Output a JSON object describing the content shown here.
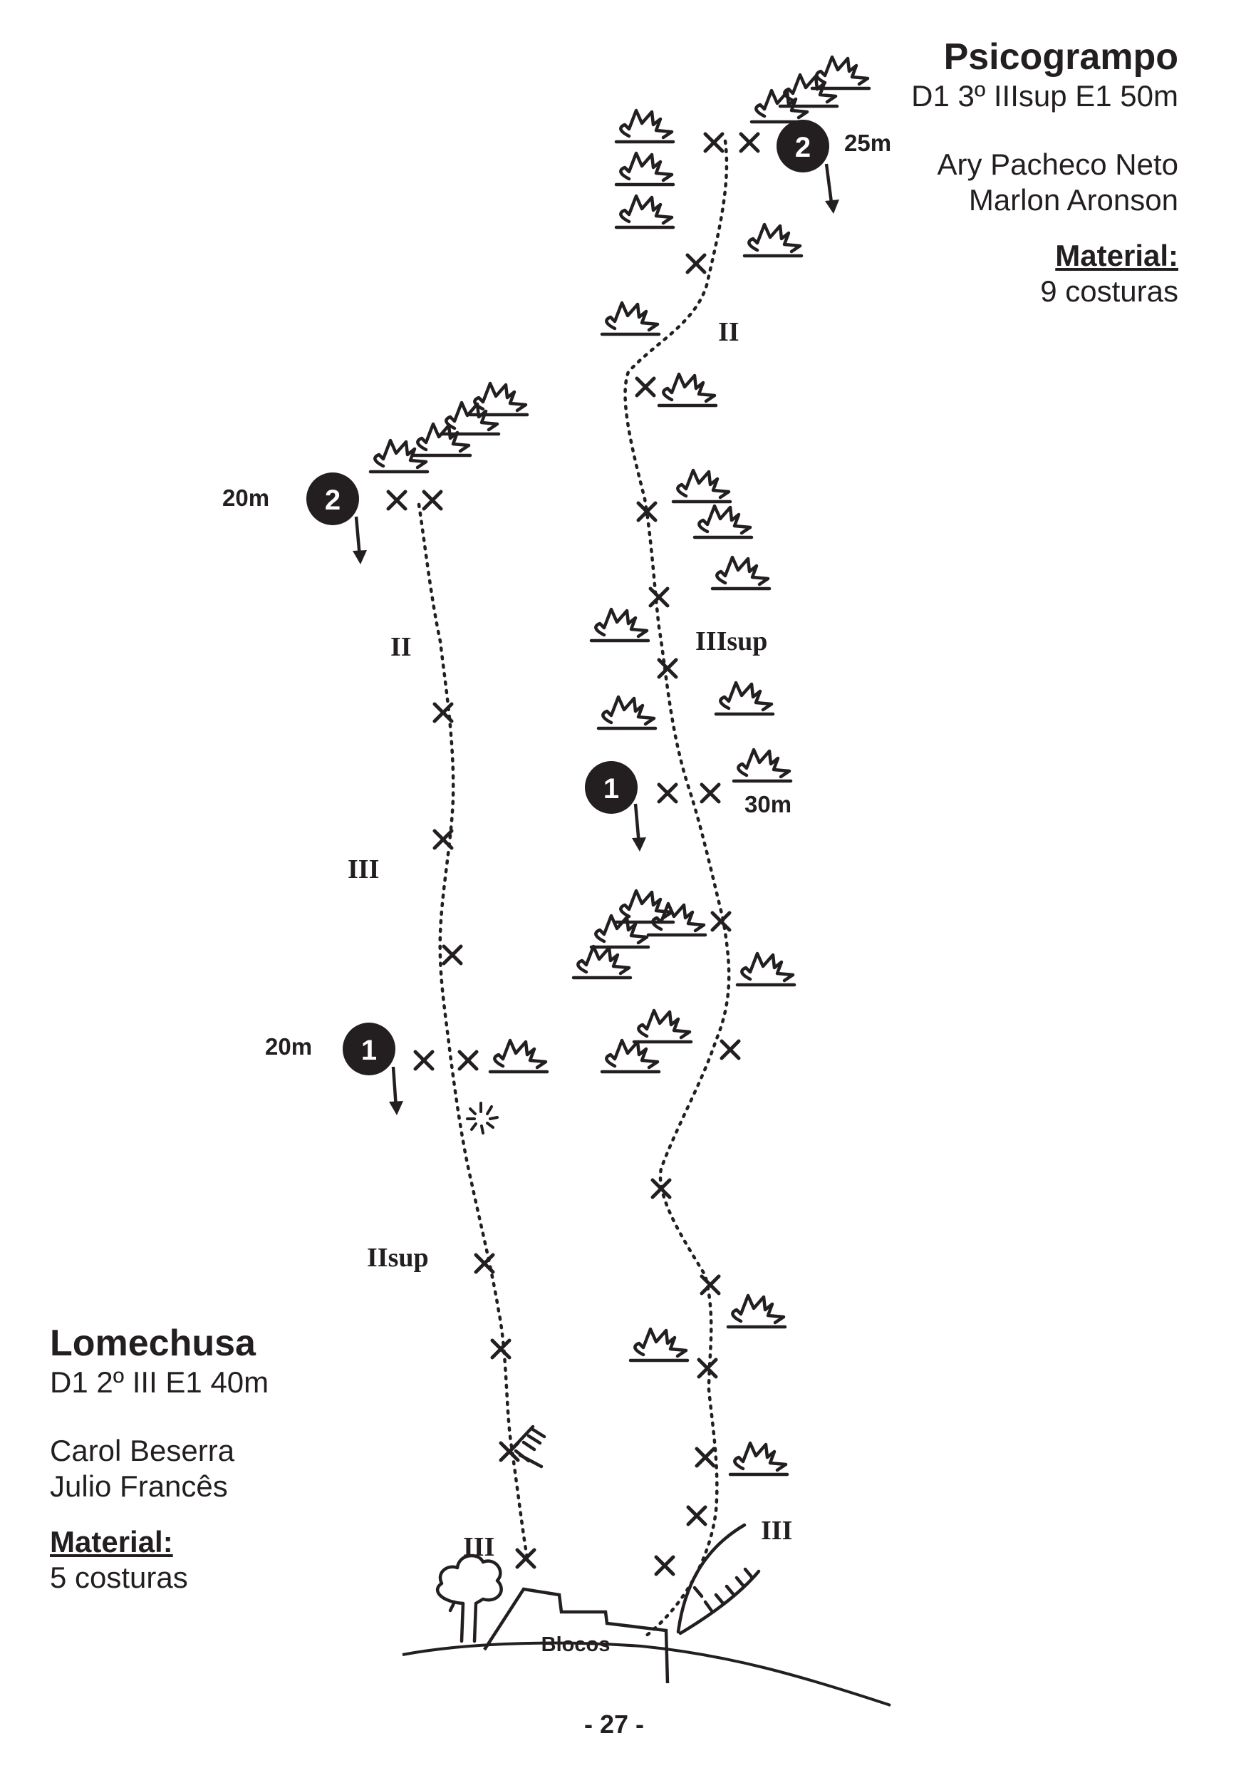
{
  "routes": {
    "psicogrampo": {
      "name": "Psicogrampo",
      "grade": "D1 3º IIIsup E1 50m",
      "authors": [
        "Ary Pacheco Neto",
        "Marlon Aronson"
      ],
      "material_label": "Material:",
      "material": "9 costuras",
      "pitch_grades": [
        "II",
        "IIIsup",
        "III"
      ],
      "belays": [
        {
          "number": "1",
          "length": "30m"
        },
        {
          "number": "2",
          "length": "25m"
        }
      ]
    },
    "lomechusa": {
      "name": "Lomechusa",
      "grade": "D1 2º III E1 40m",
      "authors": [
        "Carol Beserra",
        "Julio Francês"
      ],
      "material_label": "Material:",
      "material": "5 costuras",
      "pitch_grades": [
        "II",
        "III",
        "IIsup",
        "III"
      ],
      "belays": [
        {
          "number": "1",
          "length": "20m"
        },
        {
          "number": "2",
          "length": "20m"
        }
      ]
    }
  },
  "base_label": "Blocos",
  "page_number": "- 27 -",
  "colors": {
    "ink": "#231f20",
    "paper": "#ffffff"
  }
}
